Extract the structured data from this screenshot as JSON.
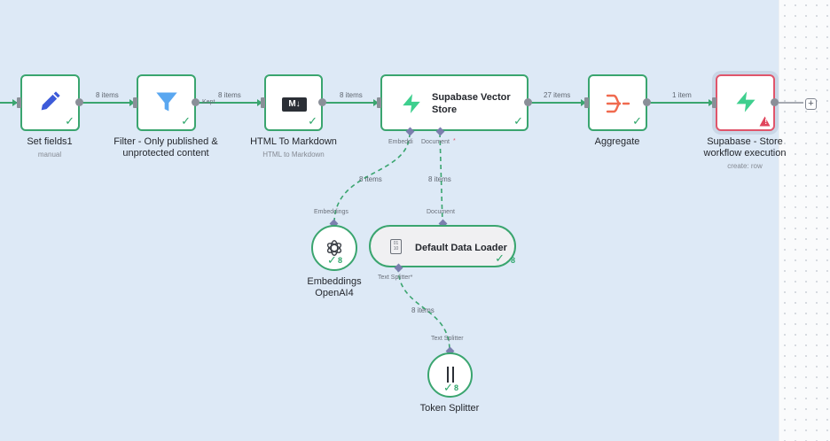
{
  "nodes": {
    "set_fields": {
      "title": "Set fields1",
      "subtitle": "manual"
    },
    "filter": {
      "title_line1": "Filter - Only published &",
      "title_line2": "unprotected content",
      "output_label": "Kept"
    },
    "html_md": {
      "title": "HTML To Markdown",
      "subtitle": "HTML to Markdown",
      "icon_text": "M↓"
    },
    "vector_store": {
      "title_line1": "Supabase Vector",
      "title_line2": "Store",
      "port_embedding": "Embeddi",
      "port_document": "Document",
      "required_mark": "*"
    },
    "aggregate": {
      "title": "Aggregate"
    },
    "supabase": {
      "title_line1": "Supabase - Store",
      "title_line2": "workflow execution",
      "subtitle": "create: row",
      "warning_mark": "!"
    },
    "embeddings": {
      "title_line1": "Embeddings",
      "title_line2": "OpenAI4",
      "port_label": "Embeddings",
      "count": "8"
    },
    "data_loader": {
      "title": "Default Data Loader",
      "port_label": "Document",
      "port_text_splitter": "Text Splitter*",
      "count": "8",
      "icon_text": "01 10"
    },
    "token_splitter": {
      "title": "Token Splitter",
      "port_label": "Text Splitter",
      "count": "8"
    }
  },
  "edges": {
    "set_to_filter": "8 items",
    "filter_to_html": "8 items",
    "html_to_store": "8 items",
    "store_to_aggregate": "27 items",
    "aggregate_to_supabase": "1 item",
    "embeddings_to_store": "8 items",
    "loader_to_store": "8 items",
    "splitter_to_loader": "8 items"
  },
  "colors": {
    "canvas": "#dde9f6",
    "success": "#3aa56f",
    "error": "#e0556b",
    "pencil": "#3d5bd9",
    "filter": "#5aa7f0",
    "supabase": "#3ecf8e",
    "aggregate": "#f06a4f"
  },
  "icons": {
    "pencil": "pencil-icon",
    "filter": "funnel-icon",
    "markdown": "markdown-icon",
    "supabase": "supabase-bolt-icon",
    "aggregate": "aggregate-icon",
    "openai": "openai-icon",
    "loader": "binary-file-icon",
    "splitter": "splitter-icon",
    "check": "check-icon",
    "warning": "warning-icon",
    "add": "plus-icon"
  },
  "check_glyph": "✓",
  "add_glyph": "+"
}
